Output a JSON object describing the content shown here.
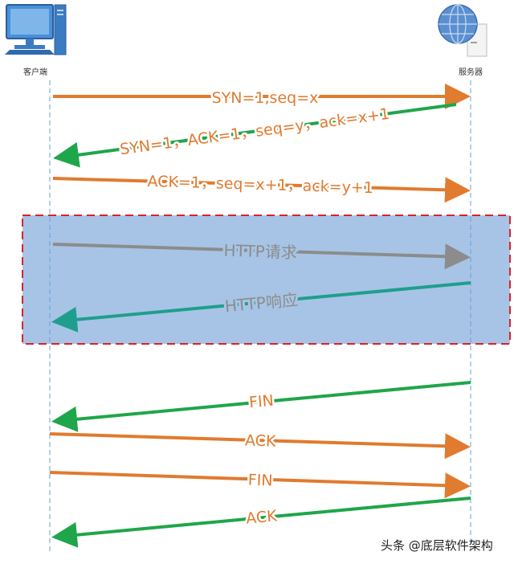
{
  "actors": {
    "client": {
      "label": "客户端"
    },
    "server": {
      "label": "服务器"
    }
  },
  "highlight": {
    "fill": "#a7c4e6",
    "border": "#d8232a"
  },
  "colors": {
    "request": "#e07b2f",
    "response": "#1fa64a",
    "http_request": "#8c8c8c",
    "http_response": "#1f9e8e",
    "lifeline": "#6a9fd4"
  },
  "messages": [
    {
      "id": "syn",
      "label": "SYN=1,seq=x",
      "direction": "to-server",
      "color": "#e07b2f"
    },
    {
      "id": "syn-ack",
      "label": "SYN=1，ACK=1，seq=y，ack=x+1",
      "direction": "to-client",
      "color": "#1fa64a"
    },
    {
      "id": "ack",
      "label": "ACK=1，seq=x+1，ack=y+1",
      "direction": "to-server",
      "color": "#e07b2f"
    },
    {
      "id": "http-request",
      "label": "HTTP请求",
      "direction": "to-server",
      "color": "#8c8c8c"
    },
    {
      "id": "http-response",
      "label": "HTTP响应",
      "direction": "to-client",
      "color": "#1f9e8e"
    },
    {
      "id": "fin-1",
      "label": "FIN",
      "direction": "to-client",
      "color": "#1fa64a"
    },
    {
      "id": "ack-1",
      "label": "ACK",
      "direction": "to-server",
      "color": "#e07b2f"
    },
    {
      "id": "fin-2",
      "label": "FIN",
      "direction": "to-server",
      "color": "#e07b2f"
    },
    {
      "id": "ack-2",
      "label": "ACK",
      "direction": "to-client",
      "color": "#1fa64a"
    }
  ],
  "watermark": "头条 @底层软件架构"
}
